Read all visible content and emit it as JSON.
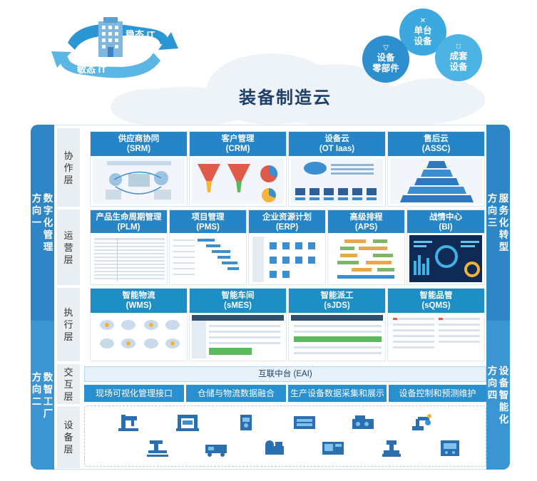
{
  "top": {
    "title": "装备制造云",
    "stable_it": "稳态 IT",
    "agile_it": "敏态 IT",
    "bubbles": {
      "single": "单台\n设备",
      "parts": "设备\n零部件",
      "complete": "成套\n设备"
    }
  },
  "sides": {
    "dir1": "方向一",
    "dir1_sub": "数字化管理",
    "dir2": "方向二",
    "dir2_sub": "数智工厂",
    "dir3": "方向三",
    "dir3_sub": "服务化转型",
    "dir4": "方向四",
    "dir4_sub": "设备智能化"
  },
  "layers": {
    "collab": "协作层",
    "ops": "运营层",
    "exec": "执行层",
    "interact": "交互层",
    "device": "设备层"
  },
  "collab_modules": [
    {
      "name": "供应商协同",
      "code": "(SRM)"
    },
    {
      "name": "客户管理",
      "code": "(CRM)"
    },
    {
      "name": "设备云",
      "code": "(OT Iaas)"
    },
    {
      "name": "售后云",
      "code": "(ASSC)"
    }
  ],
  "ops_modules": [
    {
      "name": "产品生命周期管理",
      "code": "(PLM)"
    },
    {
      "name": "项目管理",
      "code": "(PMS)"
    },
    {
      "name": "企业资源计划",
      "code": "(ERP)"
    },
    {
      "name": "高级排程",
      "code": "(APS)"
    },
    {
      "name": "战情中心",
      "code": "(BI)"
    }
  ],
  "exec_modules": [
    {
      "name": "智能物流",
      "code": "(WMS)"
    },
    {
      "name": "智能车间",
      "code": "(sMES)"
    },
    {
      "name": "智能派工",
      "code": "(sJDS)"
    },
    {
      "name": "智能品管",
      "code": "(sQMS)"
    }
  ],
  "eai": "互联中台 (EAI)",
  "interfaces": [
    "现场可视化管理接口",
    "仓储与物流数据融合",
    "生产设备数据采集和展示",
    "设备控制和预测维护"
  ],
  "colors": {
    "primary": "#2585c7",
    "side": "#2f86c6",
    "light": "#e6f1fa",
    "bubble": "#3aa8dd"
  }
}
